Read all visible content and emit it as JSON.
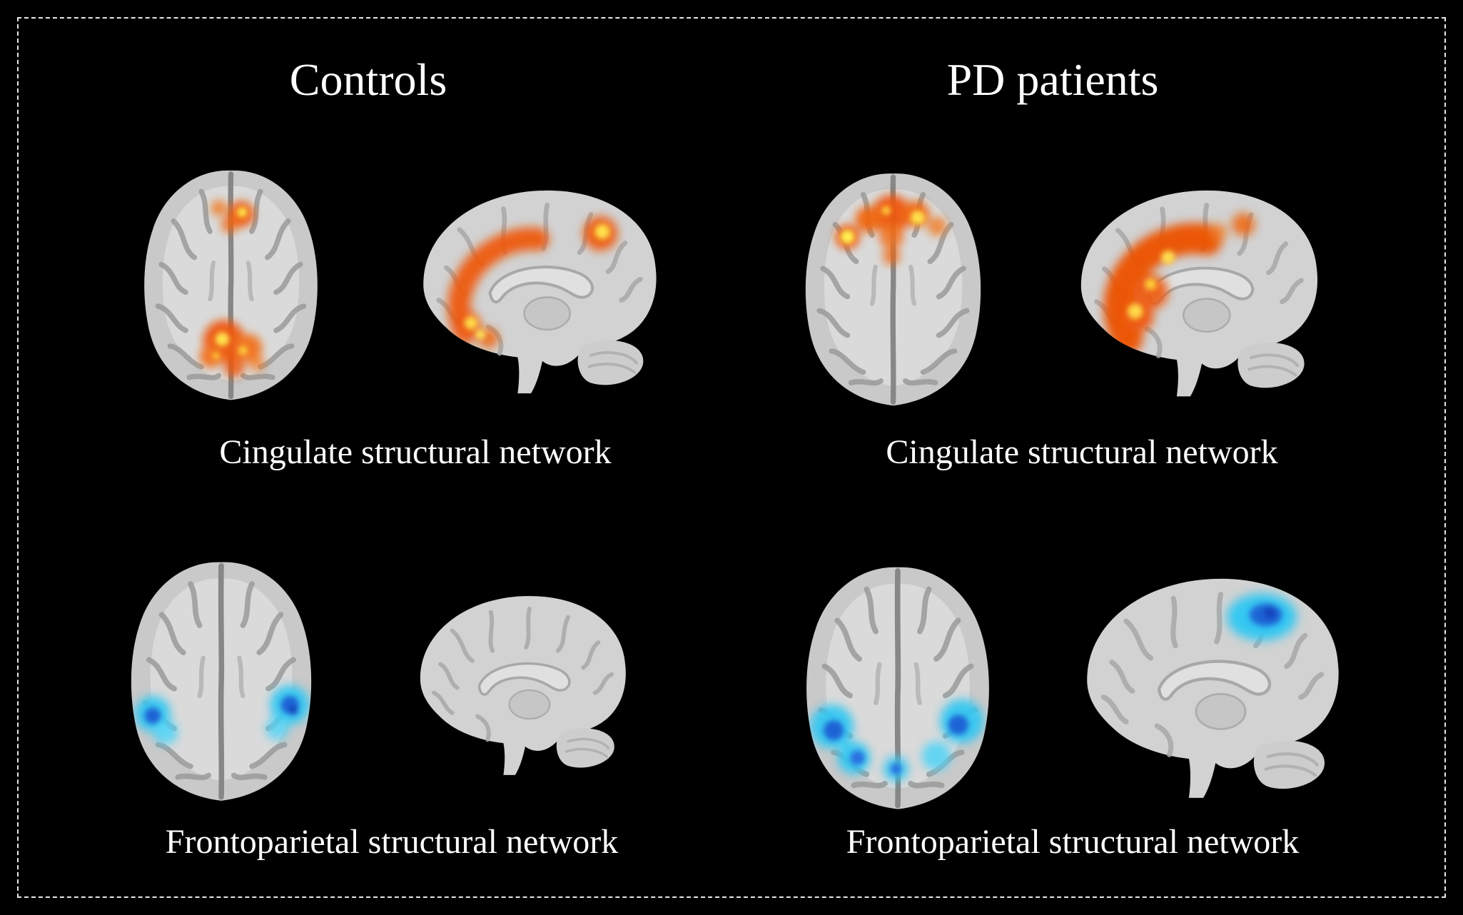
{
  "figure": {
    "headers": [
      {
        "label": "Controls"
      },
      {
        "label": "PD patients"
      }
    ],
    "captions": {
      "cingulate": "Cingulate structural network",
      "frontoparietal": "Frontoparietal structural network"
    },
    "panels": [
      {
        "group": "Controls",
        "network": "Cingulate structural network",
        "views": [
          "axial",
          "sagittal"
        ],
        "overlay": "warm"
      },
      {
        "group": "PD patients",
        "network": "Cingulate structural network",
        "views": [
          "axial",
          "sagittal"
        ],
        "overlay": "warm"
      },
      {
        "group": "Controls",
        "network": "Frontoparietal structural network",
        "views": [
          "axial",
          "sagittal"
        ],
        "overlay": "cool"
      },
      {
        "group": "PD patients",
        "network": "Frontoparietal structural network",
        "views": [
          "axial",
          "sagittal"
        ],
        "overlay": "cool"
      }
    ],
    "colors": {
      "background": "#000000",
      "border": "#e6e6e6",
      "text": "#ffffff",
      "brain_gray": "#c9c9c9",
      "warm_overlay": [
        "#ee5608",
        "#f2711c",
        "#ffe14d"
      ],
      "cool_overlay": [
        "#1e63d6",
        "#35c8f2",
        "#7ff3ff"
      ]
    }
  }
}
